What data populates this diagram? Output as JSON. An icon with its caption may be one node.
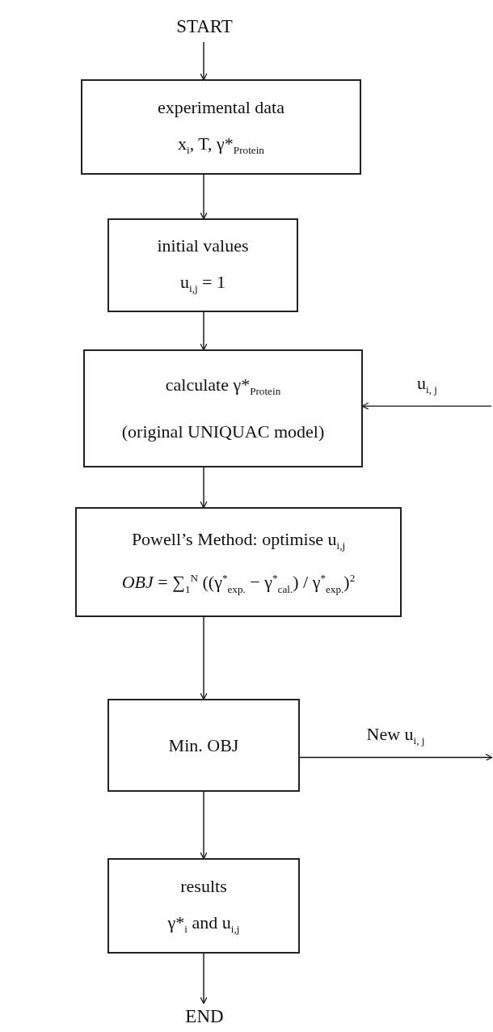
{
  "diagram": {
    "nodes": [
      {
        "text": [
          "START"
        ]
      },
      {
        "text": [
          "experimental data",
          "x$_{i}$, T, γ*$_{Protein}$"
        ]
      },
      {
        "text": [
          "initial values",
          "u$_{i,j}$ = 1"
        ]
      },
      {
        "text": [
          "calculate γ*$_{Protein}$",
          "(original UNIQUAC model)"
        ]
      },
      {
        "text": [
          "Powell’s Method: optimise u$_{i,j}$",
          "*OBJ* = ∑$_{1}$$^{N}$ ((γ$^{*}$$_{exp.}$ − γ$^{*}$$_{cal.}$) / γ$^{*}$$_{exp.}$)$^{2}$"
        ]
      },
      {
        "text": [
          "Min. OBJ"
        ]
      },
      {
        "text": [
          "results",
          "γ*$_{i}$ and u$_{i,j}$"
        ]
      },
      {
        "text": [
          "END"
        ]
      }
    ],
    "edges": [
      {
        "from": 0,
        "to": 1,
        "arrow": "to"
      },
      {
        "from": 1,
        "to": 2,
        "arrow": "to"
      },
      {
        "from": 2,
        "to": 3,
        "arrow": "to"
      },
      {
        "from": null,
        "to": 3,
        "arrow": "to",
        "label": "u$_{i, j}$"
      },
      {
        "from": 3,
        "to": 4,
        "arrow": "to"
      },
      {
        "from": 4,
        "to": 5,
        "arrow": "to"
      },
      {
        "from": 5,
        "to": null,
        "arrow": "to",
        "label": "New u$_{i, j}$"
      },
      {
        "from": 5,
        "to": 6,
        "arrow": "to"
      },
      {
        "from": 6,
        "to": 7,
        "arrow": "to"
      }
    ]
  }
}
